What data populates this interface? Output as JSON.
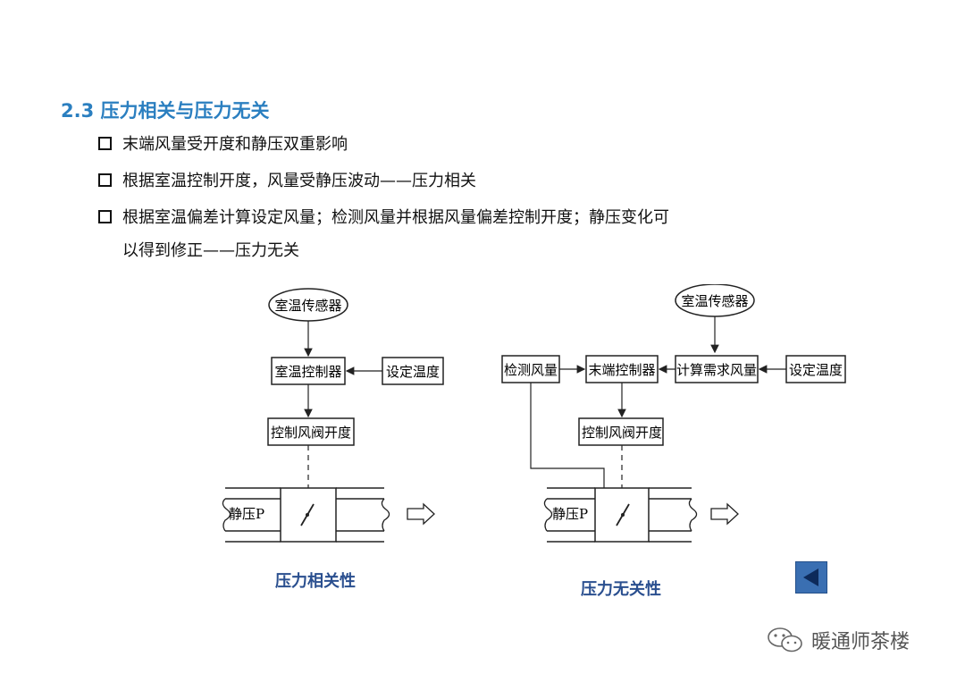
{
  "heading": "2.3 压力相关与压力无关",
  "bullets": [
    "末端风量受开度和静压双重影响",
    "根据室温控制开度，风量受静压波动——压力相关",
    "根据室温偏差计算设定风量；检测风量并根据风量偏差控制开度；静压变化可"
  ],
  "bullet3_cont": "以得到修正——压力无关",
  "left_diagram": {
    "sensor": "室温传感器",
    "controller": "室温控制器",
    "setpoint": "设定温度",
    "valve": "控制风阀开度",
    "pressure": "静压P",
    "caption": "压力相关性"
  },
  "right_diagram": {
    "sensor": "室温传感器",
    "flow_meter": "检测风量",
    "terminal_controller": "末端控制器",
    "calc": "计算需求风量",
    "setpoint": "设定温度",
    "valve": "控制风阀开度",
    "pressure": "静压P",
    "caption": "压力无关性"
  },
  "watermark": "暖通师茶楼",
  "icons": {
    "back": "back-arrow-icon",
    "wechat": "wechat-icon",
    "bullet": "checkbox-bullet-icon"
  },
  "colors": {
    "heading": "#2b7fc0",
    "caption": "#2a4f8f",
    "button": "#3a6fb2"
  }
}
